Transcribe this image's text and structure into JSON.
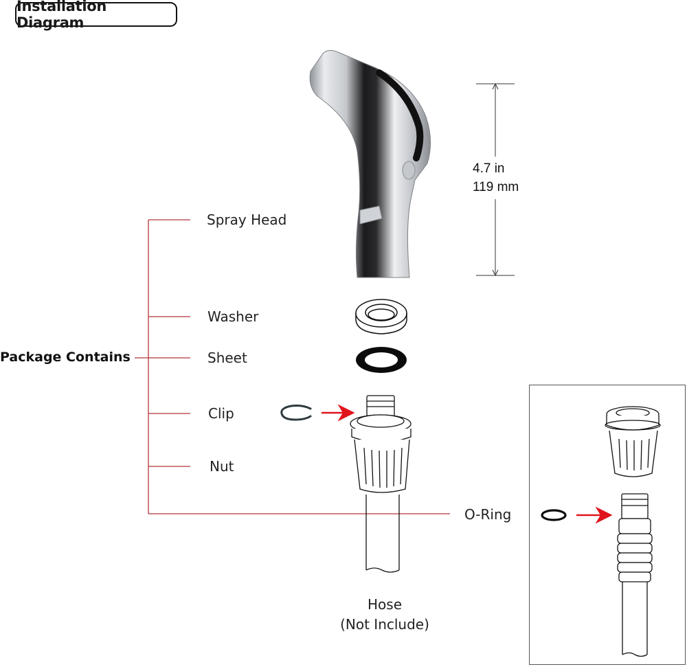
{
  "title": "Installation Diagram",
  "package_label": "Package Contains",
  "parts": [
    {
      "label": "Spray Head",
      "icon": "spray-head-icon"
    },
    {
      "label": "Washer",
      "icon": "washer-icon"
    },
    {
      "label": "Sheet",
      "icon": "sheet-icon"
    },
    {
      "label": "Clip",
      "icon": "clip-icon"
    },
    {
      "label": "Nut",
      "icon": "nut-icon"
    },
    {
      "label": "O-Ring",
      "icon": "o-ring-icon"
    }
  ],
  "dimension": {
    "imperial": "4.7 in",
    "metric": "119 mm"
  },
  "hose": {
    "label": "Hose",
    "note": "(Not Include)"
  },
  "colors": {
    "leader_line": "#b5333a",
    "arrow": "#e0141c",
    "outline": "#1a1a1a"
  }
}
